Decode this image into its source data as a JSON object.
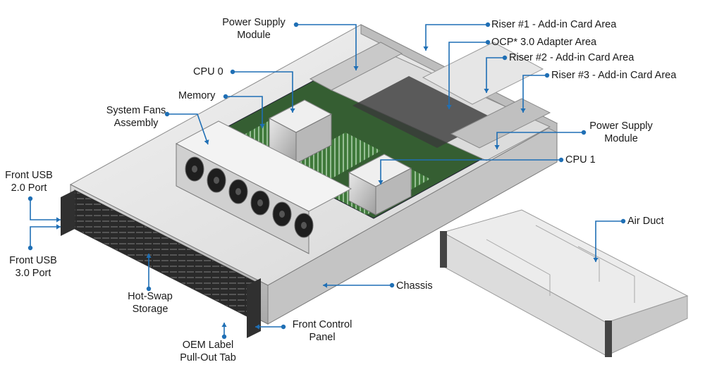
{
  "accent_color": "#1f6fb5",
  "labels": {
    "power_supply_module_top": [
      "Power Supply",
      "Module"
    ],
    "cpu0": "CPU 0",
    "memory": "Memory",
    "system_fans": [
      "System Fans",
      "Assembly"
    ],
    "front_usb_2": [
      "Front USB",
      "2.0 Port"
    ],
    "front_usb_3": [
      "Front USB",
      "3.0 Port"
    ],
    "hot_swap": [
      "Hot-Swap",
      "Storage"
    ],
    "oem_label": [
      "OEM Label",
      "Pull-Out Tab"
    ],
    "front_control": [
      "Front Control",
      "Panel"
    ],
    "chassis": "Chassis",
    "riser1": "Riser #1 - Add-in Card Area",
    "ocp": "OCP* 3.0 Adapter Area",
    "riser2": "Riser #2 - Add-in Card Area",
    "riser3": "Riser #3 - Add-in Card Area",
    "power_supply_module_right": [
      "Power Supply",
      "Module"
    ],
    "cpu1": "CPU 1",
    "air_duct": "Air Duct"
  }
}
